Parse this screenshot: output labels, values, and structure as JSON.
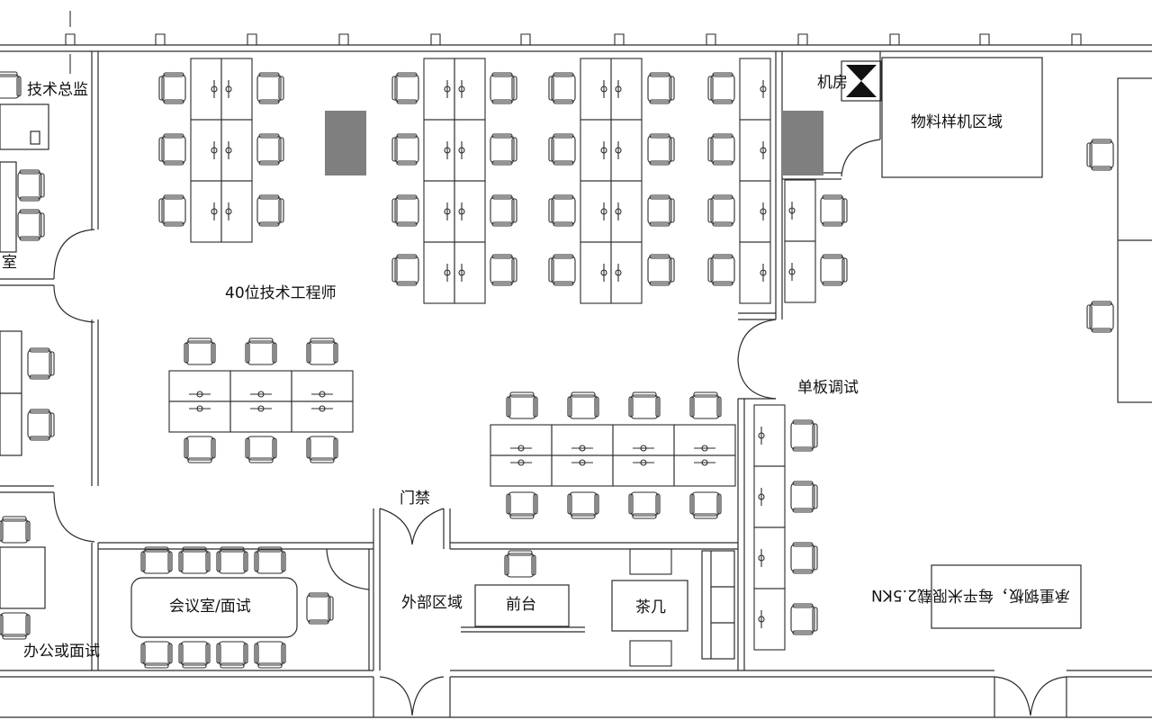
{
  "labels": {
    "tech_director": "技术总监",
    "room_fragment": "室",
    "engineers": "40位技术工程师",
    "server_room": "机房",
    "sample_area": "物料样机区域",
    "board_debug": "单板调试",
    "access_control": "门禁",
    "meeting_room": "会议室/面试",
    "external_area": "外部区域",
    "reception": "前台",
    "tea_table": "茶几",
    "office_interview": "办公或面试",
    "floor_load_note": "承重钢板，每平米限载2.5KN"
  },
  "colors": {
    "line": "#2b2b2b",
    "fill_gray": "#7f7f7f"
  }
}
